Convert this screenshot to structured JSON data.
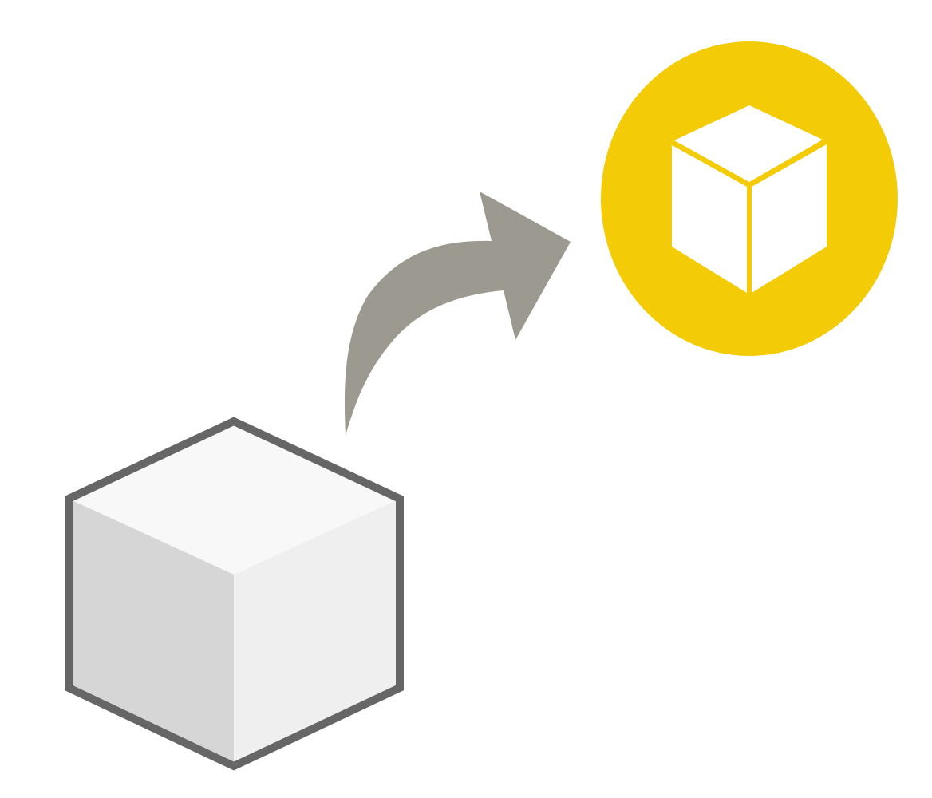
{
  "diagram": {
    "elements": [
      {
        "id": "source-cube",
        "icon": "cube-icon",
        "style": "gray-outlined"
      },
      {
        "id": "flow-arrow",
        "icon": "curved-arrow-icon",
        "direction": "up-right"
      },
      {
        "id": "target-badge",
        "icon": "cube-in-circle-icon"
      }
    ],
    "colors": {
      "background": "#ffffff",
      "cube_outline": "#666666",
      "cube_top": "#f8f8f8",
      "cube_left": "#d6d6d6",
      "cube_right": "#efefef",
      "arrow": "#9c9a90",
      "badge_fill": "#f3cb06",
      "badge_icon": "#ffffff"
    }
  }
}
